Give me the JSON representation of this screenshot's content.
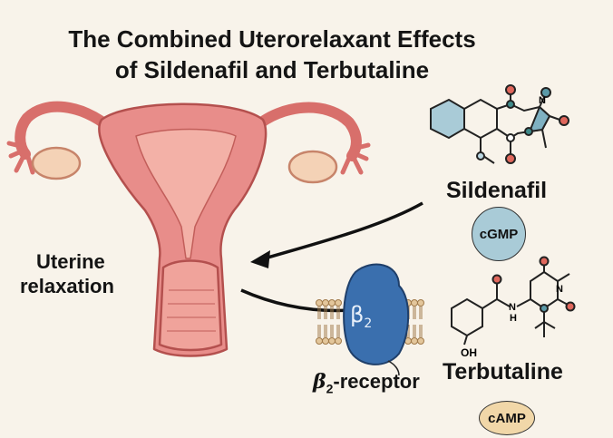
{
  "title": {
    "line1": "The Combined Uterorelaxant Effects",
    "line2": "of Sildenafil and Terbutaline"
  },
  "effect_label": {
    "line1": "Uterine",
    "line2": "relaxation"
  },
  "drugs": {
    "sildenafil": {
      "name": "Sildenafil",
      "messenger": "cGMP",
      "color": "#a9cbd7"
    },
    "terbutaline": {
      "name": "Terbutaline",
      "messenger": "cAMP",
      "color": "#f1d7a8"
    }
  },
  "receptor": {
    "symbol": "β",
    "subscript": "2",
    "label_suffix": "-receptor",
    "color": "#3a6fae"
  },
  "atoms": {
    "oh": "OH",
    "n": "N",
    "h": "H"
  },
  "colors": {
    "background": "#f8f3ea",
    "uterus": "#e88d8a",
    "membrane": "#d9b98b"
  }
}
